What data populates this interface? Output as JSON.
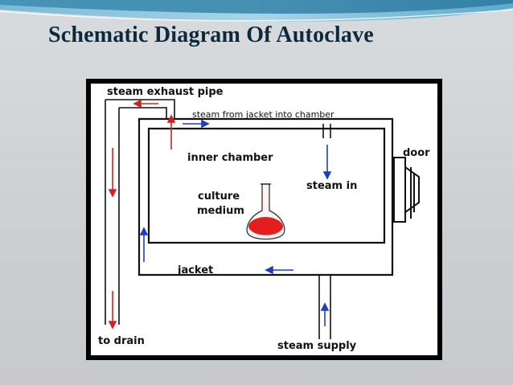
{
  "slide": {
    "title": "Schematic Diagram Of Autoclave"
  },
  "diagram": {
    "labels": {
      "steam_exhaust_pipe": "steam exhaust pipe",
      "steam_from_jacket": "steam from jacket into chamber",
      "inner_chamber": "inner chamber",
      "steam_in": "steam in",
      "culture_medium_line1": "culture",
      "culture_medium_line2": "medium",
      "door": "door",
      "jacket": "jacket",
      "to_drain": "to drain",
      "steam_supply": "steam supply"
    },
    "colors": {
      "exhaust_arrow": "#d42020",
      "jacket_arrow": "#1e3fbf",
      "medium": "#e41e1e",
      "pipe_line": "#111111"
    }
  }
}
